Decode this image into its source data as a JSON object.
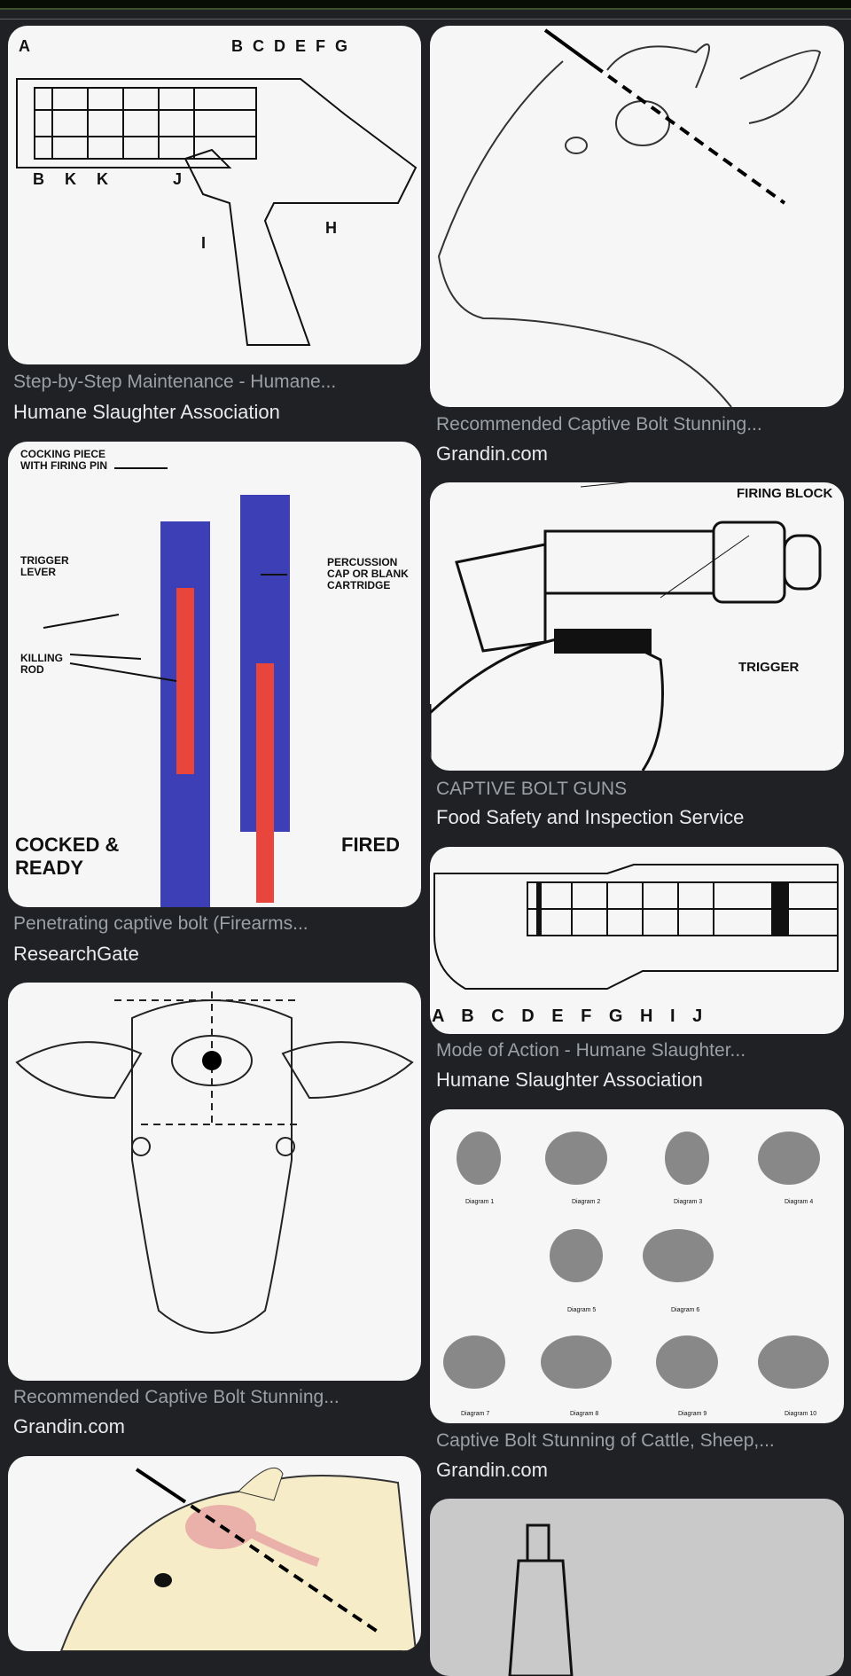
{
  "results": [
    {
      "title": "Step-by-Step Maintenance - Humane...",
      "source": "Humane Slaughter Association",
      "image_labels": [
        "A",
        "B C D E F G",
        "B K K",
        "J",
        "H",
        "I"
      ]
    },
    {
      "title": "Recommended Captive Bolt Stunning...",
      "source": "Grandin.com"
    },
    {
      "title": "Penetrating captive bolt (Firearms...",
      "source": "ResearchGate",
      "image_labels": [
        "COCKING PIECE WITH FIRING PIN",
        "TRIGGER LEVER",
        "KILLING ROD",
        "PERCUSSION CAP OR BLANK CARTRIDGE",
        "COCKED & READY",
        "FIRED"
      ]
    },
    {
      "title": "CAPTIVE BOLT GUNS",
      "source": "Food Safety and Inspection Service",
      "image_labels": [
        "FIRING BLOCK",
        "TRIGGER"
      ]
    },
    {
      "title": "Mode of Action - Humane Slaughter...",
      "source": "Humane Slaughter Association",
      "image_labels": [
        "A B C D E F G H I J"
      ]
    },
    {
      "title": "Recommended Captive Bolt Stunning...",
      "source": "Grandin.com"
    },
    {
      "title": "Captive Bolt Stunning of Cattle, Sheep,...",
      "source": "Grandin.com",
      "image_labels": [
        "Diagram 1",
        "Diagram 2",
        "Diagram 3",
        "Diagram 4",
        "Diagram 5",
        "Diagram 6",
        "Diagram 7",
        "Diagram 8",
        "Diagram 9",
        "Diagram 10"
      ]
    }
  ]
}
